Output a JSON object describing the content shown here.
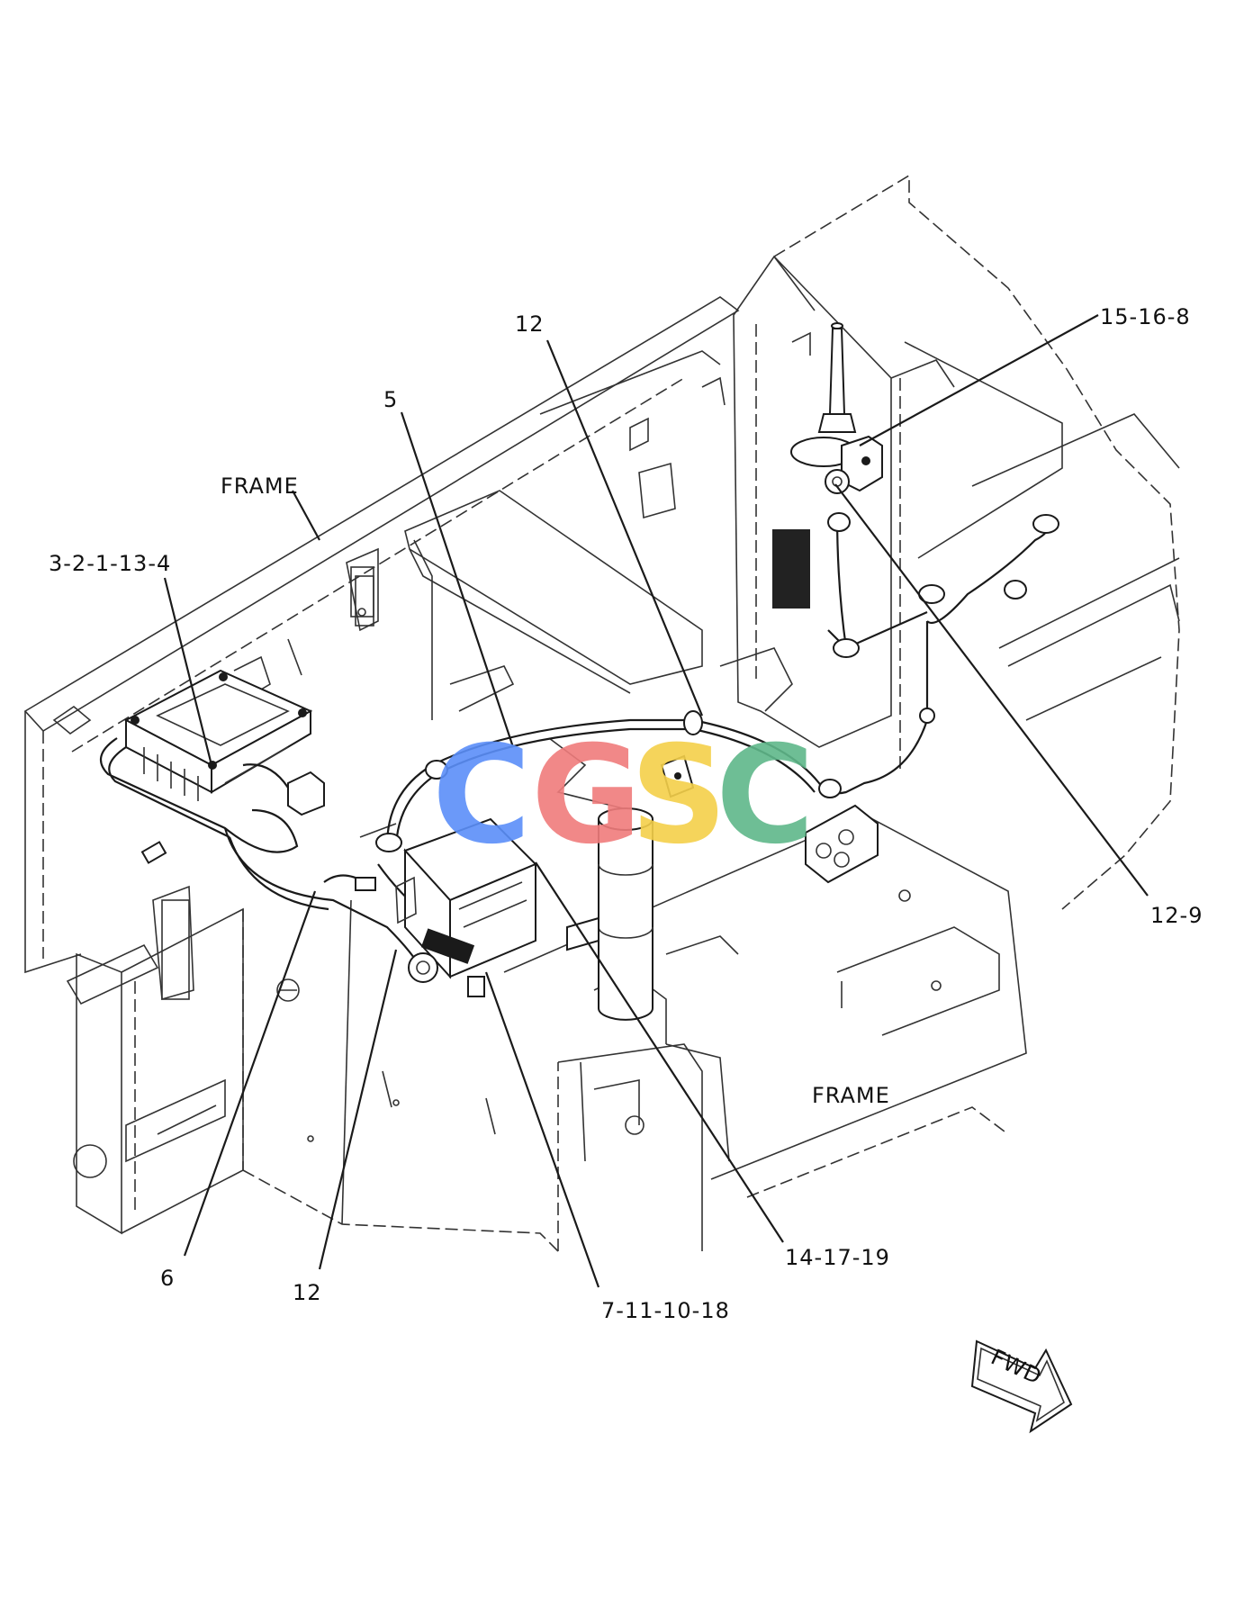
{
  "labels": {
    "frame_upper": "FRAME",
    "frame_lower": "FRAME",
    "antenna_ref": "15-16-8",
    "clip_ref_top": "12",
    "harness_ref": "5",
    "ecm_ref": "3-2-1-13-4",
    "clip_ref_right": "12-9",
    "bracket_ref": "14-17-19",
    "cable_ref": "6",
    "clip_ref_bottom": "12",
    "module_ref": "7-11-10-18",
    "fwd_arrow": "FWD"
  },
  "watermark": {
    "letters": [
      "C",
      "G",
      "S",
      "C"
    ],
    "colors": [
      "#5b8ff9",
      "#f07c7c",
      "#f5d04a",
      "#5fb88a"
    ]
  }
}
